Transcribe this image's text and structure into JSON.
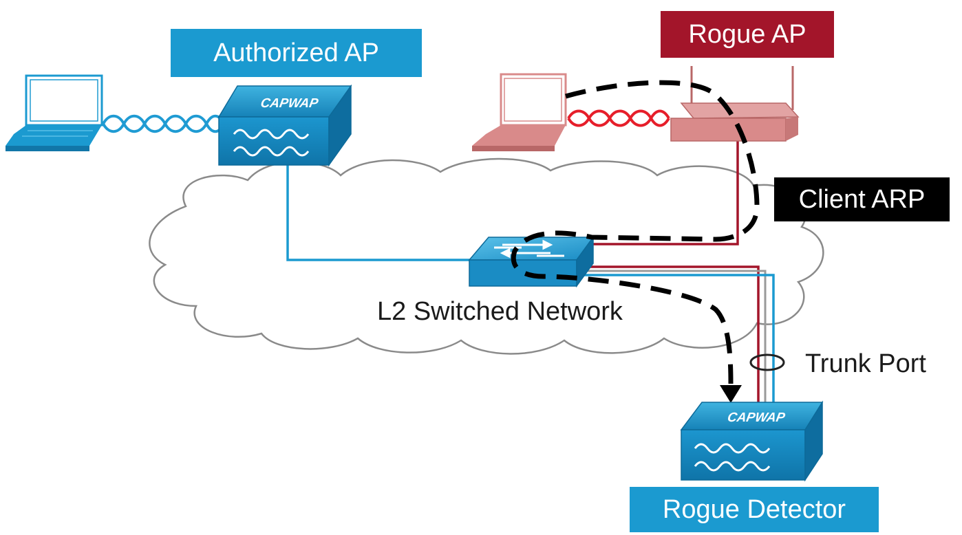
{
  "labels": {
    "authorized_ap": "Authorized AP",
    "rogue_ap": "Rogue AP",
    "client_arp": "Client ARP",
    "l2_network": "L2 Switched Network",
    "trunk_port": "Trunk Port",
    "rogue_detector": "Rogue Detector"
  },
  "devices": {
    "authorized_ap_badge": "CAPWAP",
    "rogue_detector_badge": "CAPWAP"
  },
  "colors": {
    "cisco_blue": "#1b9ad0",
    "rogue_red": "#a3152a",
    "rogue_light": "#d98a8a",
    "arp_box": "#000000",
    "wireless_blue": "#1f9bd3",
    "wireless_red": "#e61e2a"
  }
}
